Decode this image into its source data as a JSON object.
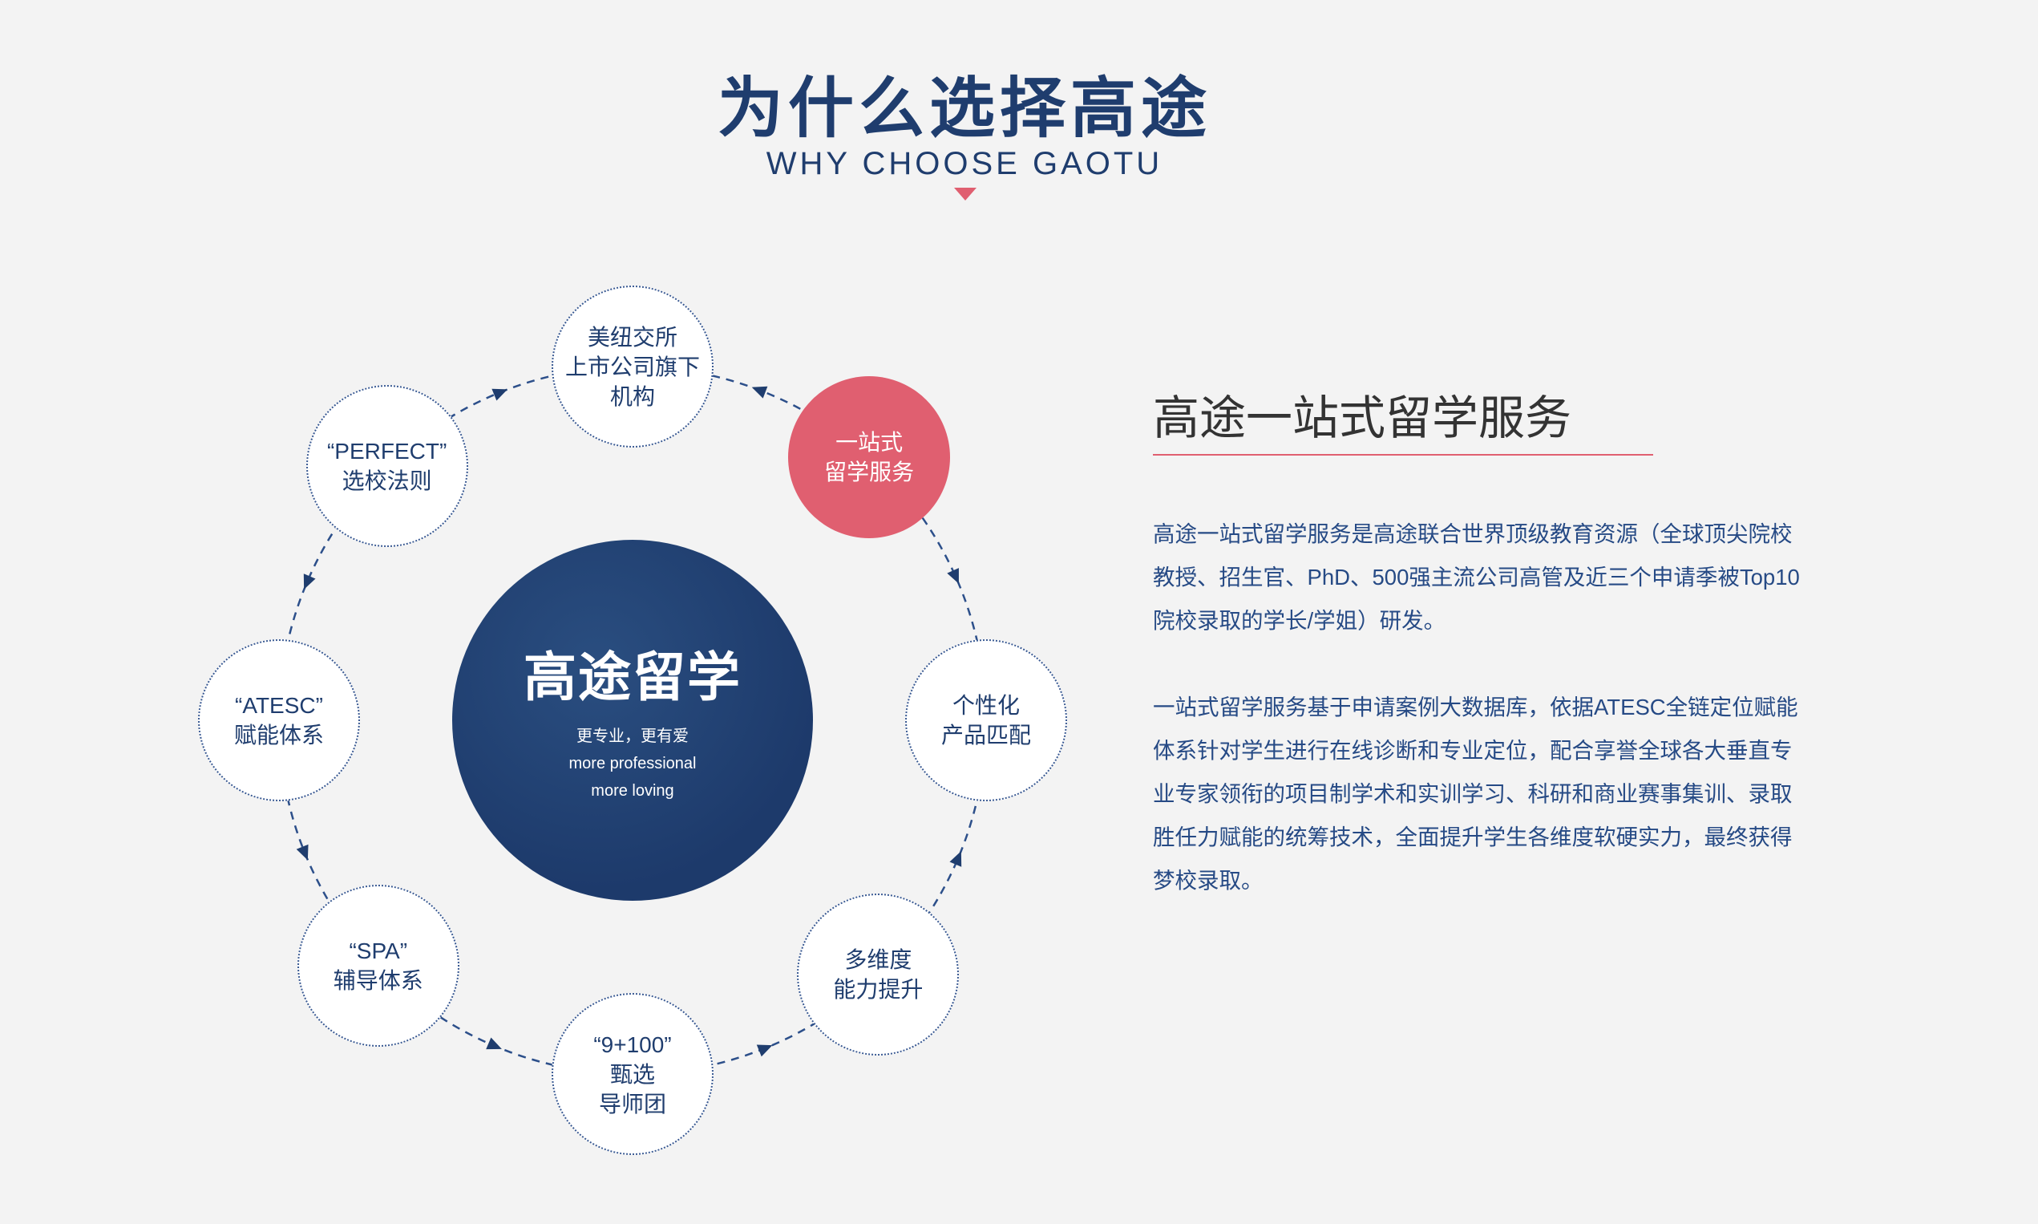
{
  "header": {
    "title": "为什么选择高途",
    "subtitle": "WHY CHOOSE GAOTU"
  },
  "hub": {
    "title": "高途留学",
    "slogan_cn": "更专业，更有爱",
    "slogan_en_1": "more professional",
    "slogan_en_2": "more loving"
  },
  "nodes": [
    {
      "lines": [
        "美纽交所",
        "上市公司旗下",
        "机构"
      ]
    },
    {
      "lines": [
        "一站式",
        "留学服务"
      ],
      "active": true
    },
    {
      "lines": [
        "个性化",
        "产品匹配"
      ]
    },
    {
      "lines": [
        "多维度",
        "能力提升"
      ]
    },
    {
      "lines": [
        "“9+100”",
        "甄选",
        "导师团"
      ]
    },
    {
      "lines": [
        "“SPA”",
        "辅导体系"
      ]
    },
    {
      "lines": [
        "“ATESC”",
        "赋能体系"
      ]
    },
    {
      "lines": [
        "“PERFECT”",
        "选校法则"
      ]
    }
  ],
  "panel": {
    "title": "高途一站式留学服务",
    "paragraph_1": "高途一站式留学服务是高途联合世界顶级教育资源（全球顶尖院校教授、招生官、PhD、500强主流公司高管及近三个申请季被Top10院校录取的学长/学姐）研发。",
    "paragraph_2": "一站式留学服务基于申请案例大数据库，依据ATESC全链定位赋能体系针对学生进行在线诊断和专业定位，配合享誉全球各大垂直专业专家领衔的项目制学术和实训学习、科研和商业赛事集训、录取胜任力赋能的统筹技术，全面提升学生各维度软硬实力，最终获得梦校录取。"
  },
  "colors": {
    "navy": "#1f3d6e",
    "accent": "#e05f70",
    "background": "#f3f3f3"
  }
}
